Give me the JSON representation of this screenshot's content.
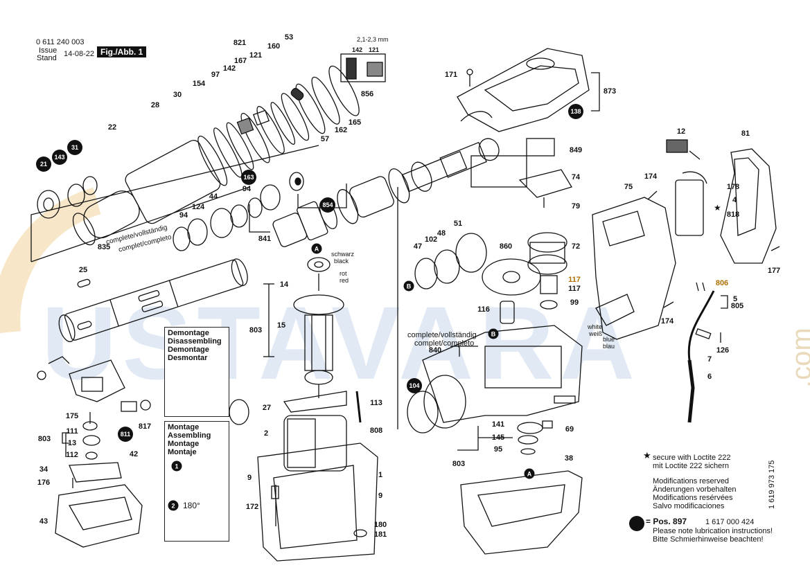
{
  "doc": {
    "part_number": "0 611 240 003",
    "issue_label_1": "Issue",
    "issue_label_2": "Stand",
    "issue_date": "14-08-22",
    "fig_label": "Fig./Abb. 1"
  },
  "dimension": {
    "range": "2,1-2,3 mm",
    "left": "142",
    "right": "121"
  },
  "complete_labels": {
    "line1": "complete/vollständig",
    "line2": "complet/completo",
    "ref": "835"
  },
  "complete_labels_right": {
    "line1": "complete/vollständig",
    "line2": "complet/completo",
    "ref": "840"
  },
  "wires": {
    "schwarz": "schwarz",
    "black": "black",
    "rot": "rot",
    "red": "red",
    "white": "white",
    "weiss": "weiß",
    "blue": "blue",
    "blau": "blau"
  },
  "demontage": {
    "lines": [
      "Demontage",
      "Disassembling",
      "Demontage",
      "Desmontar"
    ]
  },
  "montage": {
    "lines": [
      "Montage",
      "Assembling",
      "Montage",
      "Montaje"
    ],
    "step1": "1",
    "step2": "2",
    "angle": "180°"
  },
  "notes": {
    "loctite_1": "secure with Loctite 222",
    "loctite_2": "mit Loctite 222 sichern",
    "mod_1": "Modifications reserved",
    "mod_2": "Änderungen vorbehalten",
    "mod_3": "Modifications resérvées",
    "mod_4": "Salvo modificaciones",
    "pos_label": "= Pos. 897",
    "pos_code": "1 617 000 424",
    "lube_1": "Please note lubrication instructions!",
    "lube_2": "Bitte Schmierhinweise beachten!"
  },
  "side_code": "1 619 973 175",
  "watermark": {
    "main": "USTAVARA",
    "suffix": ".com"
  },
  "markers": {
    "a": "A",
    "b": "B"
  },
  "badges": [
    "21",
    "143",
    "31",
    "163",
    "854",
    "811",
    "104",
    "138"
  ],
  "callouts": [
    "53",
    "821",
    "160",
    "121",
    "167",
    "142",
    "97",
    "154",
    "30",
    "28",
    "22",
    "856",
    "162",
    "165",
    "57",
    "94",
    "44",
    "124",
    "94",
    "841",
    "835",
    "25",
    "14",
    "803",
    "15",
    "27",
    "2",
    "9",
    "172",
    "1",
    "9",
    "180",
    "181",
    "113",
    "808",
    "175",
    "111",
    "13",
    "112",
    "803",
    "817",
    "42",
    "34",
    "176",
    "43",
    "171",
    "873",
    "849",
    "74",
    "79",
    "47",
    "102",
    "48",
    "51",
    "860",
    "72",
    "117",
    "117",
    "99",
    "116",
    "840",
    "141",
    "145",
    "95",
    "803",
    "69",
    "38",
    "12",
    "81",
    "75",
    "174",
    "178",
    "4",
    "818",
    "177",
    "806",
    "5",
    "805",
    "174",
    "126",
    "7",
    "6"
  ]
}
